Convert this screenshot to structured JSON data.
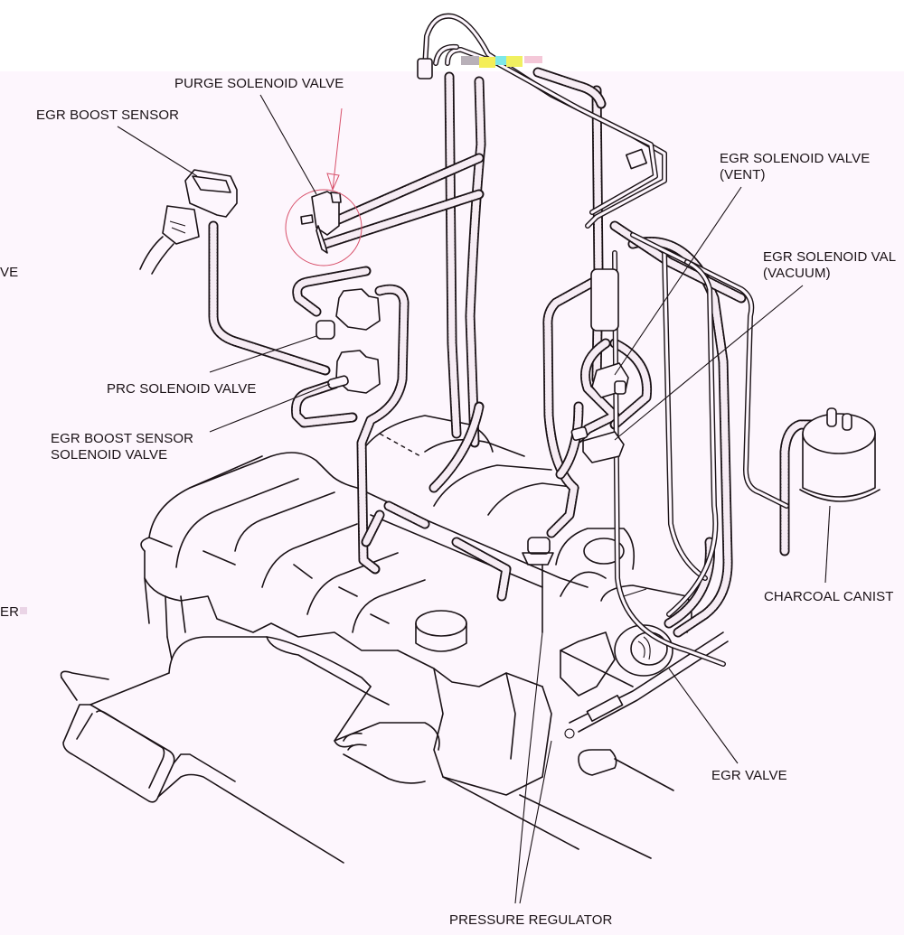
{
  "diagram": {
    "type": "vacuum hose routing diagram",
    "colors": {
      "background": "#fdf6fd",
      "line": "#1a1216",
      "highlight": "#d8506a"
    },
    "labels": {
      "purge_solenoid_valve": "PURGE SOLENOID VALVE",
      "egr_boost_sensor": "EGR BOOST SENSOR",
      "cut_off_left_top": "VE",
      "prc_solenoid_valve": "PRC SOLENOID VALVE",
      "egr_boost_sensor_solenoid_line1": "EGR BOOST SENSOR",
      "egr_boost_sensor_solenoid_line2": "SOLENOID VALVE",
      "cut_off_left_bottom": "ER",
      "egr_solenoid_vent_line1": "EGR SOLENOID VALVE",
      "egr_solenoid_vent_line2": "(VENT)",
      "egr_solenoid_vacuum_line1": "EGR SOLENOID VAL",
      "egr_solenoid_vacuum_line2": "(VACUUM)",
      "charcoal_canister": "CHARCOAL CANIST",
      "egr_valve": "EGR VALVE",
      "pressure_regulator": "PRESSURE REGULATOR"
    },
    "annotations": {
      "highlight": "red circle and arrow marking the purge solenoid valve"
    }
  }
}
